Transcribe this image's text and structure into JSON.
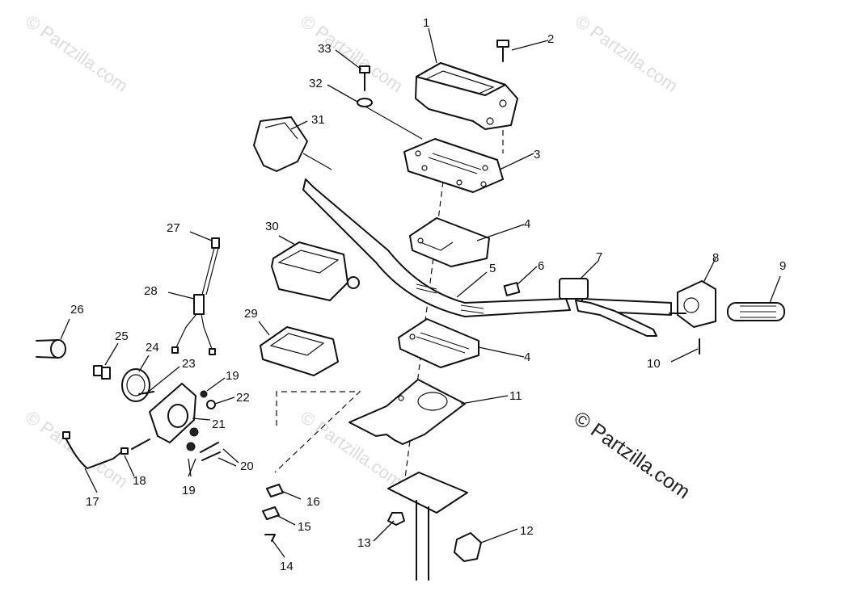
{
  "watermark": {
    "tile_text": "© Partzilla.com",
    "main_text": "© Partzilla.com"
  },
  "callouts": {
    "c1": "1",
    "c2": "2",
    "c3": "3",
    "c4a": "4",
    "c4b": "4",
    "c5": "5",
    "c6": "6",
    "c7": "7",
    "c8": "8",
    "c9": "9",
    "c10": "10",
    "c11": "11",
    "c12": "12",
    "c13": "13",
    "c14": "14",
    "c15": "15",
    "c16": "16",
    "c17": "17",
    "c18": "18",
    "c19a": "19",
    "c19b": "19",
    "c20": "20",
    "c21": "21",
    "c22": "22",
    "c23": "23",
    "c24": "24",
    "c25": "25",
    "c26": "26",
    "c27": "27",
    "c28": "28",
    "c29": "29",
    "c30": "30",
    "c31": "31",
    "c32": "32",
    "c33": "33"
  }
}
